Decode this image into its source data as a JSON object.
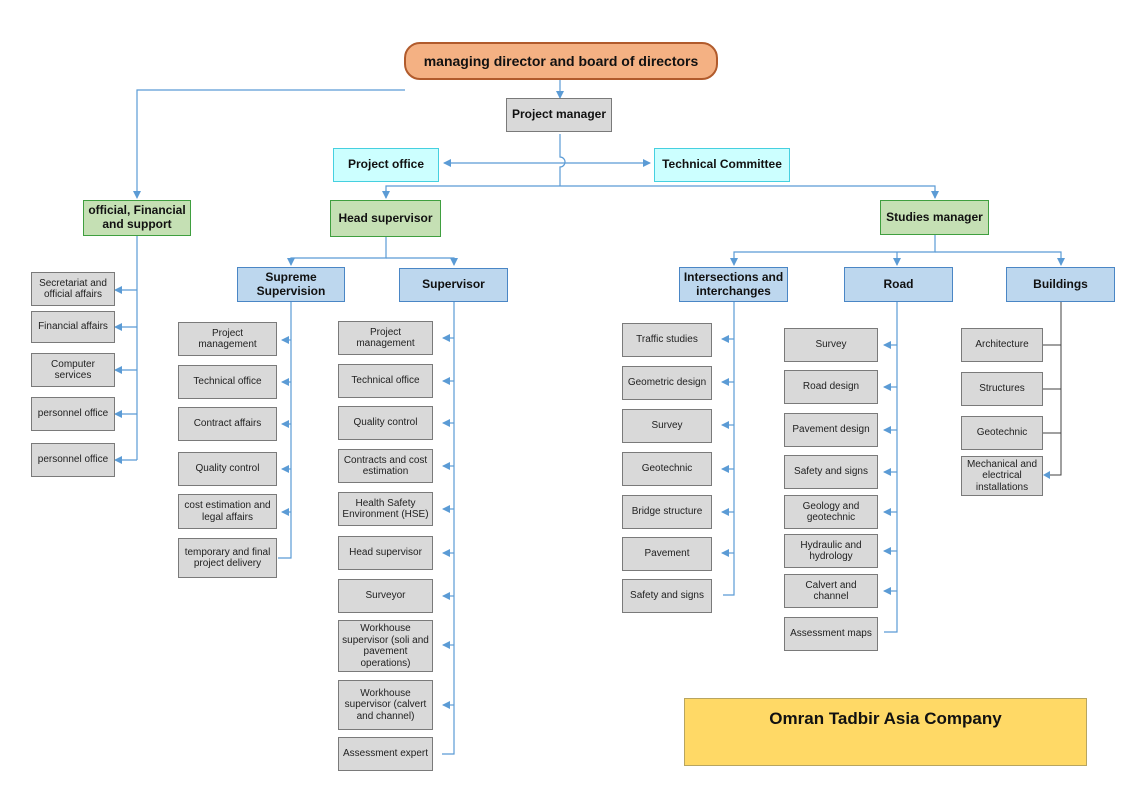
{
  "top": "managing director and board of directors",
  "project_manager": "Project manager",
  "project_office": "Project office",
  "technical_committee": "Technical Committee",
  "official": {
    "title": "official, Financial and support",
    "items": [
      "Secretariat and official affairs",
      "Financial affairs",
      "Computer services",
      "personnel office",
      "personnel office"
    ]
  },
  "head_supervisor": "Head supervisor",
  "studies_manager": "Studies manager",
  "supreme": {
    "title": "Supreme Supervision",
    "items": [
      "Project management",
      "Technical office",
      "Contract affairs",
      "Quality control",
      "cost estimation and legal affairs",
      "temporary and final project delivery"
    ]
  },
  "supervisor": {
    "title": "Supervisor",
    "items": [
      "Project management",
      "Technical office",
      "Quality control",
      "Contracts and cost estimation",
      "Health Safety Environment (HSE)",
      "Head supervisor",
      "Surveyor",
      "Workhouse supervisor (soli and pavement operations)",
      "Workhouse supervisor (calvert and channel)",
      "Assessment expert"
    ]
  },
  "intersections": {
    "title": "Intersections and interchanges",
    "items": [
      "Traffic studies",
      "Geometric design",
      "Survey",
      "Geotechnic",
      "Bridge structure",
      "Pavement",
      "Safety and signs"
    ]
  },
  "road": {
    "title": "Road",
    "items": [
      "Survey",
      "Road design",
      "Pavement design",
      "Safety and signs",
      "Geology and geotechnic",
      "Hydraulic and hydrology",
      "Calvert and channel",
      "Assessment maps"
    ]
  },
  "buildings": {
    "title": "Buildings",
    "items": [
      "Architecture",
      "Structures",
      "Geotechnic",
      "Mechanical and electrical installations"
    ]
  },
  "company": "Omran Tadbir Asia Company",
  "colors": {
    "connector": "#5b9bd5",
    "top_fill": "#f4b183",
    "green_fill": "#c5e0b4",
    "blue_fill": "#bdd7ee",
    "cyan_fill": "#ccffff",
    "gray_fill": "#d9d9d9",
    "company_fill": "#ffd966"
  }
}
